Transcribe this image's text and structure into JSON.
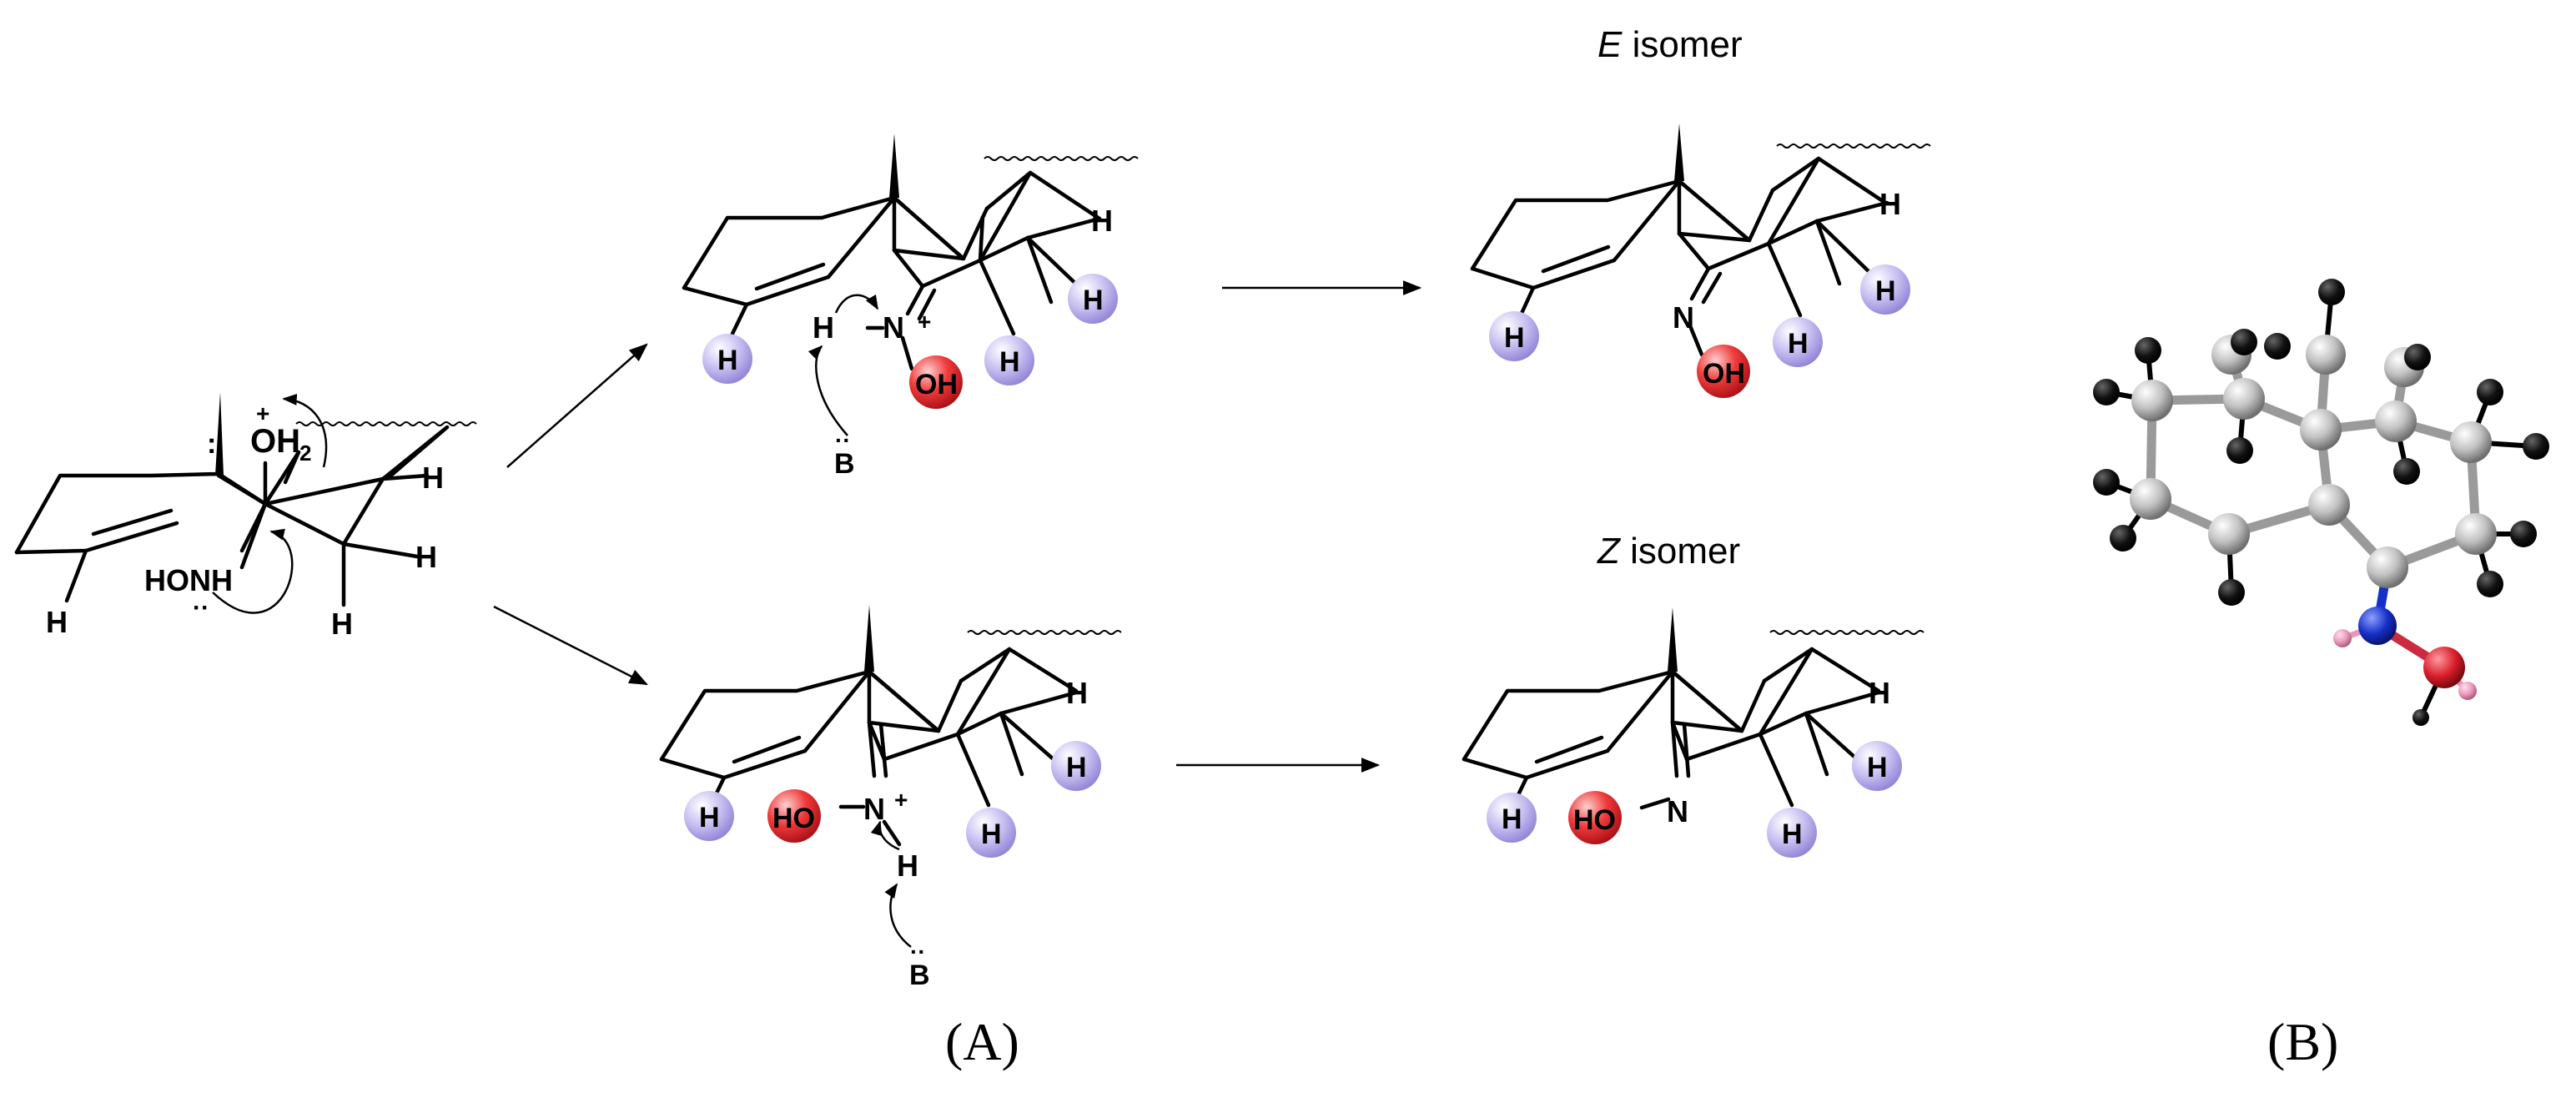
{
  "captions": {
    "e_isomer_italic": "E",
    "e_isomer_rest": " isomer",
    "z_isomer_italic": "Z",
    "z_isomer_rest": " isomer"
  },
  "panels": {
    "a": "(A)",
    "b": "(B)"
  },
  "atoms": {
    "H": "H",
    "OH": "OH",
    "HO": "HO",
    "N": "N",
    "B": "B",
    "plus": "+",
    "oh2": "OH",
    "oh2_sub": "2",
    "colon": ":",
    "honh": "HONH",
    "lone_pair": "··"
  },
  "colors": {
    "hydrogen_highlight": "#b7aee6",
    "oxygen_highlight": "#e8343b",
    "ball_carbon": "#b8b8b8",
    "ball_hydrogen": "#000000",
    "ball_nitrogen": "#1530c8",
    "ball_oxygen": "#d81e2a",
    "ball_polar_h": "#e897b8"
  }
}
